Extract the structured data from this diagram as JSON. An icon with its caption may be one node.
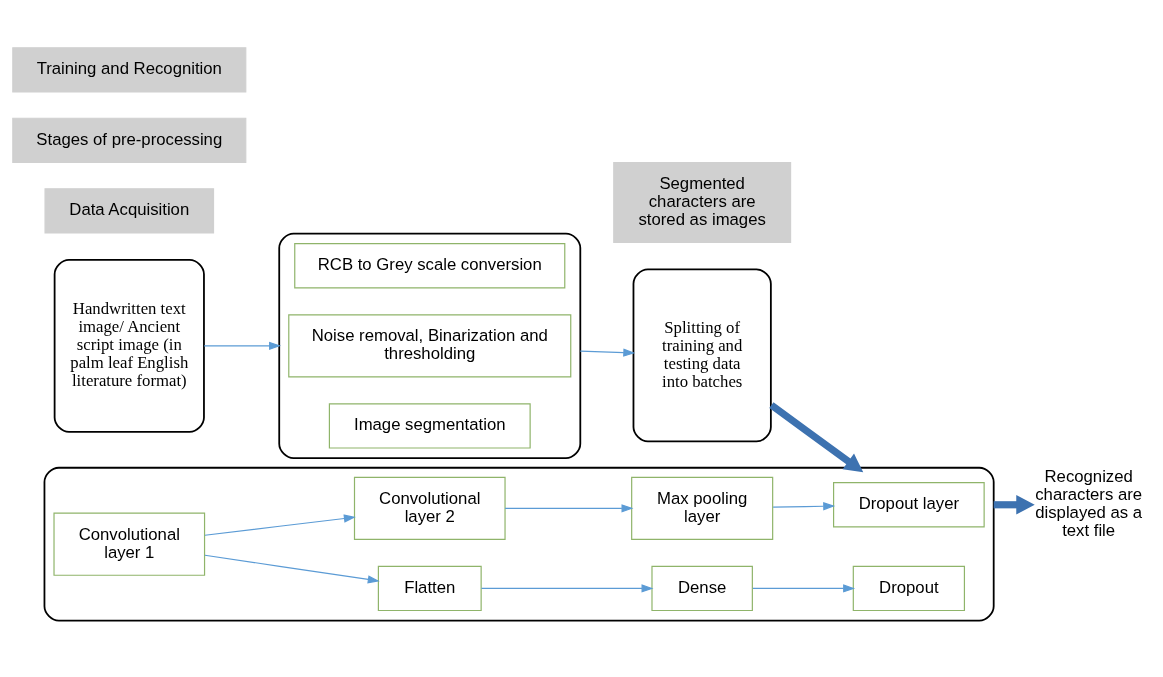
{
  "diagram": {
    "nodes": [
      {
        "text": [
          "Handwritten text image/ Ancient script image (in palm leaf English literature format)"
        ]
      },
      {
        "text": [],
        "shape": "box"
      },
      {
        "text": [
          "RCB to Grey scale conversion"
        ],
        "in": 1
      },
      {
        "text": [
          "Noise removal, Binarization and thresholding"
        ],
        "in": 1
      },
      {
        "text": [
          "Image segmentation"
        ],
        "in": 1
      },
      {
        "text": [
          "Splitting of training and testing data into batches"
        ]
      },
      {
        "text": [
          "Data Acquisition"
        ]
      },
      {
        "text": [
          "Stages of pre-processing"
        ]
      },
      {
        "text": [
          "Segmented characters are stored as images"
        ]
      },
      {
        "text": [],
        "shape": "box"
      },
      {
        "text": [
          "Convolutional layer 1"
        ],
        "in": 9
      },
      {
        "text": [
          "Convolutional layer 2"
        ],
        "in": 9
      },
      {
        "text": [
          "Max pooling layer"
        ],
        "in": 9
      },
      {
        "text": [
          "Dropout layer"
        ],
        "in": 9
      },
      {
        "text": [
          "Recognized characters are displayed as a text file"
        ]
      },
      {
        "text": [
          "Flatten"
        ],
        "in": 9
      },
      {
        "text": [
          "Dense"
        ],
        "in": 9
      },
      {
        "text": [
          "Dropout"
        ],
        "in": 9
      },
      {
        "text": [
          "Training and Recognition"
        ]
      }
    ],
    "edges": [
      {
        "from": 0,
        "to": 1,
        "arrow": "to"
      },
      {
        "from": 1,
        "to": 5,
        "arrow": "to"
      },
      {
        "from": 5,
        "to": 9,
        "arrow": "to",
        "style": "thick",
        "color": "#3d72b0"
      },
      {
        "from": 10,
        "to": 11,
        "arrow": "to"
      },
      {
        "from": 11,
        "to": 12,
        "arrow": "to"
      },
      {
        "from": 12,
        "to": 13,
        "arrow": "to"
      },
      {
        "from": 10,
        "to": 15,
        "arrow": "to"
      },
      {
        "from": 15,
        "to": 16,
        "arrow": "to"
      },
      {
        "from": 16,
        "to": 17,
        "arrow": "to"
      },
      {
        "from": 9,
        "to": 14,
        "arrow": "to",
        "style": "thick",
        "color": "#3d72b0"
      }
    ]
  }
}
